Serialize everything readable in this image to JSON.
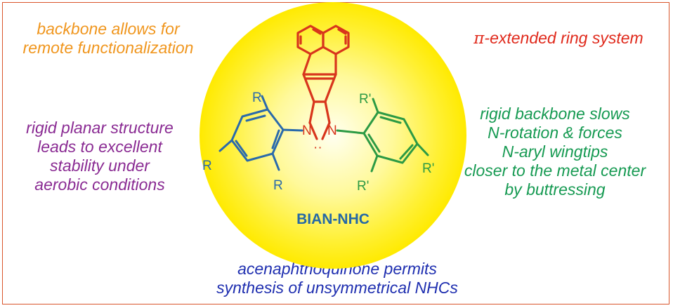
{
  "notes": {
    "backbone": [
      "backbone allows for",
      "remote functionalization"
    ],
    "pi_symbol": "π",
    "pi_rest": "-extended ring system",
    "planar": [
      "rigid planar structure",
      "leads to excellent",
      "stability under",
      "aerobic conditions"
    ],
    "rigid": [
      "rigid backbone slows",
      "N-rotation & forces",
      "N-aryl wingtips",
      "closer to the metal center",
      "by buttressing"
    ],
    "acen": [
      "acenaphthoquinone permits",
      "synthesis of unsymmetrical NHCs"
    ]
  },
  "molecule": {
    "name": "BIAN-NHC",
    "n_left": "N",
    "n_right": "N",
    "carbene": "··",
    "r_top": "R",
    "r_para": "R",
    "r_bottom": "R",
    "rp_top": "R'",
    "rp_para": "R'",
    "rp_bottom": "R'"
  },
  "colors": {
    "frame": "#d9552b",
    "orange": "#f0961e",
    "red": "#e02a1c",
    "purple": "#8a2b93",
    "green": "#169a52",
    "blue": "#1f2fb0",
    "core": "#d8351c",
    "aryl_left": "#2a6aab",
    "aryl_right": "#2c9a44",
    "name": "#2468a6",
    "circle": "#ffee00"
  }
}
